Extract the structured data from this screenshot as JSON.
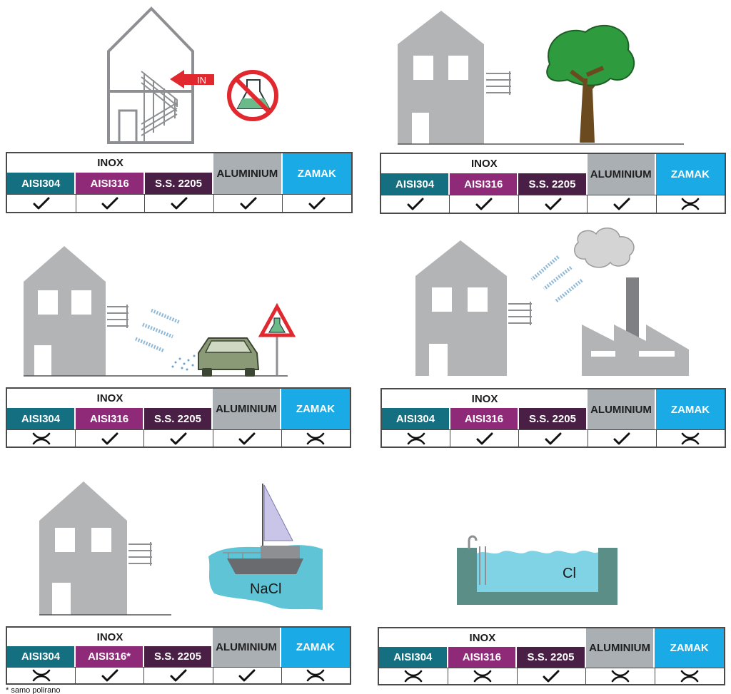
{
  "panels": [
    {
      "id": "indoor",
      "header": {
        "group": "INOX",
        "aisi304": "AISI304",
        "aisi316": "AISI316",
        "ss2205": "S.S. 2205",
        "aluminium": "ALUMINIUM",
        "zamak": "ZAMAK"
      },
      "scene_labels": {
        "arrow": "IN"
      },
      "marks": [
        "check",
        "check",
        "check",
        "check",
        "check"
      ]
    },
    {
      "id": "rural",
      "header": {
        "group": "INOX",
        "aisi304": "AISI304",
        "aisi316": "AISI316",
        "ss2205": "S.S. 2205",
        "aluminium": "ALUMINIUM",
        "zamak": "ZAMAK"
      },
      "marks": [
        "check",
        "check",
        "check",
        "check",
        "cross"
      ]
    },
    {
      "id": "road-traffic",
      "header": {
        "group": "INOX",
        "aisi304": "AISI304",
        "aisi316": "AISI316",
        "ss2205": "S.S. 2205",
        "aluminium": "ALUMINIUM",
        "zamak": "ZAMAK"
      },
      "marks": [
        "cross",
        "check",
        "check",
        "check",
        "cross"
      ]
    },
    {
      "id": "industrial",
      "header": {
        "group": "INOX",
        "aisi304": "AISI304",
        "aisi316": "AISI316",
        "ss2205": "S.S. 2205",
        "aluminium": "ALUMINIUM",
        "zamak": "ZAMAK"
      },
      "marks": [
        "cross",
        "check",
        "check",
        "check",
        "cross"
      ]
    },
    {
      "id": "marine",
      "header": {
        "group": "INOX",
        "aisi304": "AISI304",
        "aisi316": "AISI316*",
        "ss2205": "S.S. 2205",
        "aluminium": "ALUMINIUM",
        "zamak": "ZAMAK"
      },
      "scene_labels": {
        "chemical": "NaCl"
      },
      "marks": [
        "cross",
        "check",
        "check",
        "check",
        "cross"
      ]
    },
    {
      "id": "pool",
      "header": {
        "group": "INOX",
        "aisi304": "AISI304",
        "aisi316": "AISI316",
        "ss2205": "S.S. 2205",
        "aluminium": "ALUMINIUM",
        "zamak": "ZAMAK"
      },
      "scene_labels": {
        "chemical": "Cl"
      },
      "marks": [
        "cross",
        "cross",
        "check",
        "cross",
        "cross"
      ]
    }
  ],
  "footnote": "* samo polirano",
  "colors": {
    "aisi304": "#146f80",
    "aisi316": "#8e2a78",
    "ss2205": "#4a1f45",
    "aluminium": "#a9afb3",
    "zamak": "#1aabe6",
    "house": "#b3b4b6",
    "warning_red": "#e0282e",
    "water": "#5ec4d6",
    "tree": "#2e9b3e"
  },
  "icons": [
    "check-icon",
    "cross-icon",
    "house-icon",
    "stair-railing-icon",
    "no-chemicals-icon",
    "tree-icon",
    "car-icon",
    "warning-sign-icon",
    "factory-icon",
    "smoke-icon",
    "sailboat-icon",
    "swimming-pool-icon"
  ]
}
